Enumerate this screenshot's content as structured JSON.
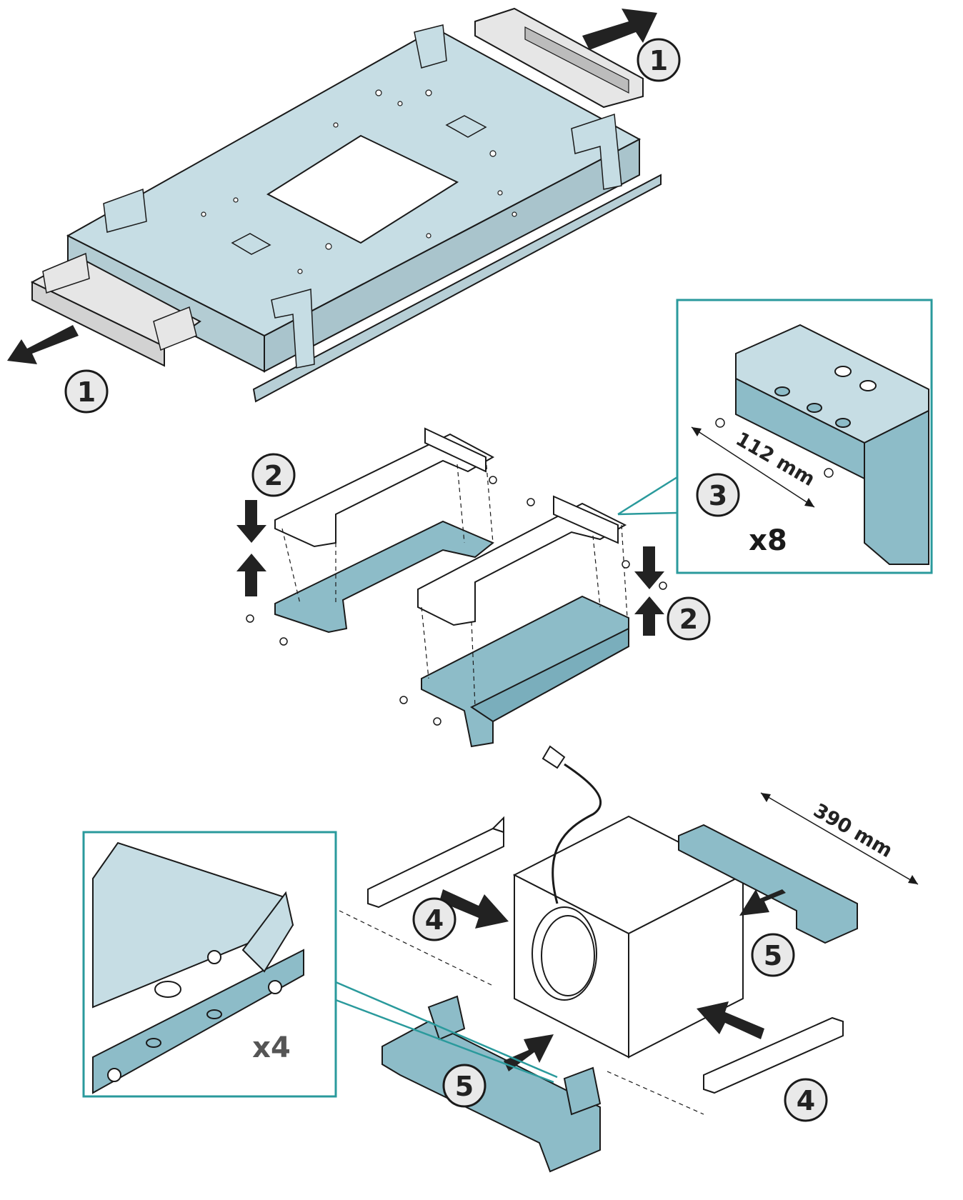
{
  "steps": {
    "s1a": "1",
    "s1b": "1",
    "s2a": "2",
    "s2b": "2",
    "s3": "3",
    "s4a": "4",
    "s4b": "4",
    "s5a": "5",
    "s5b": "5"
  },
  "dimensions": {
    "d112": "112 mm",
    "d390": "390 mm"
  },
  "multipliers": {
    "x8": "x8",
    "x4": "x4"
  },
  "colors": {
    "panel": "#c6dde4",
    "part_blue": "#8dbcc8",
    "callout_border": "#2a9a9c",
    "outline": "#1a1a1a"
  }
}
